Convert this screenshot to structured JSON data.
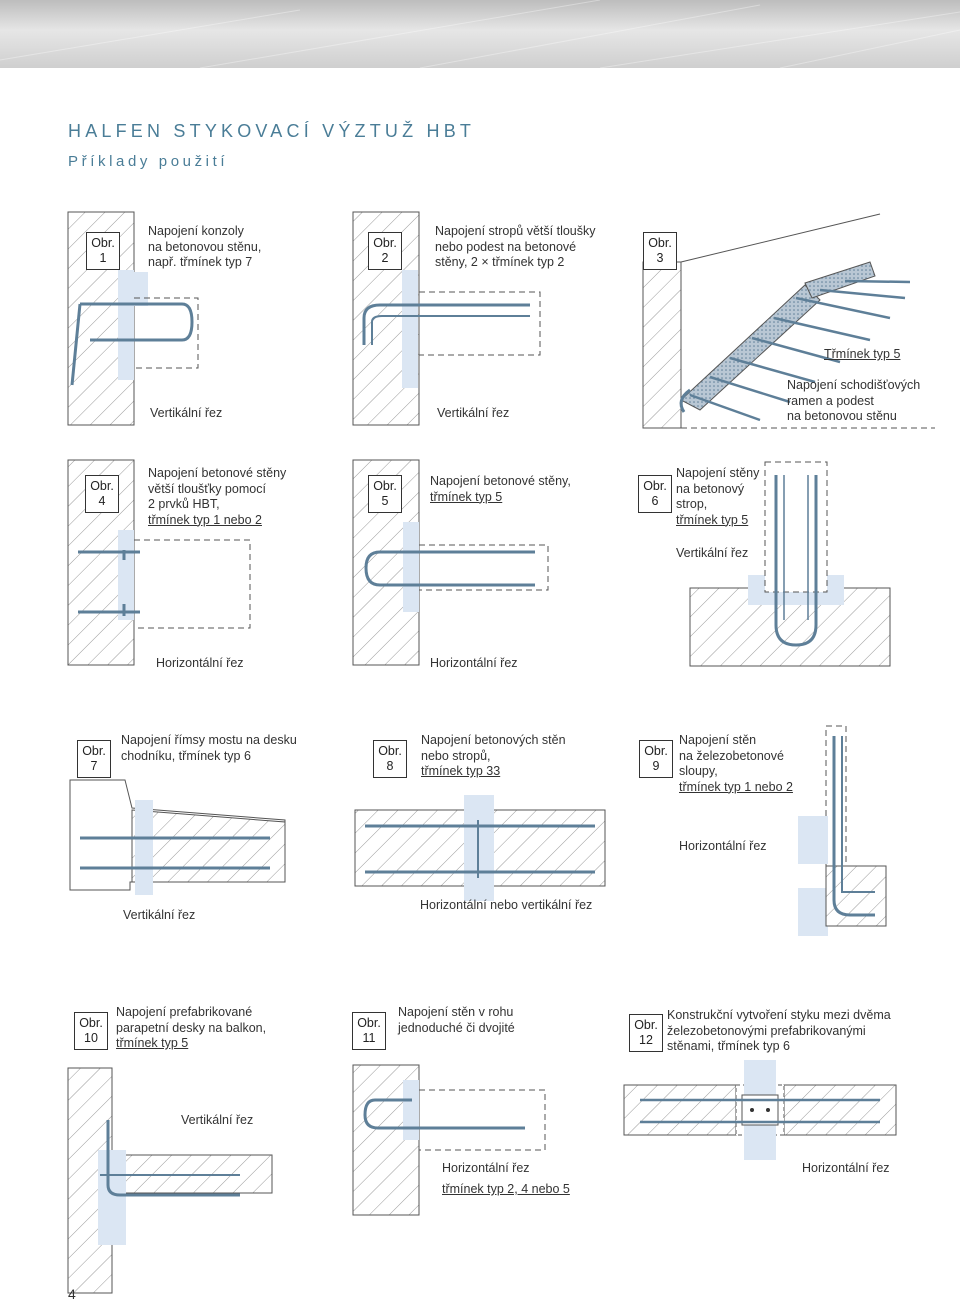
{
  "header": {
    "title": "HALFEN STYKOVACÍ VÝZTUŽ HBT",
    "subtitle": "Příklady použití"
  },
  "figures": [
    {
      "badge_line1": "Obr.",
      "badge_line2": "1",
      "caption": [
        "Napojení konzoly",
        "na betonovou stěnu,",
        "např. třmínek typ 7"
      ],
      "labels": [
        "Vertikální řez"
      ]
    },
    {
      "badge_line1": "Obr.",
      "badge_line2": "2",
      "caption": [
        "Napojení stropů větší tloušky",
        "nebo podest na betonové",
        "stěny, 2 × třmínek typ 2"
      ],
      "labels": [
        "Vertikální řez"
      ]
    },
    {
      "badge_line1": "Obr.",
      "badge_line2": "3",
      "caption": [],
      "labels": [
        "Třmínek typ 5",
        "Napojení schodišťových",
        "ramen a podest",
        "na betonovou stěnu"
      ]
    },
    {
      "badge_line1": "Obr.",
      "badge_line2": "4",
      "caption": [
        "Napojení betonové stěny",
        "větší tloušťky pomocí",
        "2 prvků HBT,",
        "třmínek typ 1 nebo 2"
      ],
      "labels": [
        "Horizontální řez"
      ]
    },
    {
      "badge_line1": "Obr.",
      "badge_line2": "5",
      "caption": [
        "Napojení betonové stěny,",
        "třmínek typ 5"
      ],
      "labels": [
        "Horizontální řez"
      ]
    },
    {
      "badge_line1": "Obr.",
      "badge_line2": "6",
      "caption": [
        "Napojení stěny",
        "na betonový",
        "strop,",
        "třmínek typ 5"
      ],
      "labels": [
        "Vertikální řez"
      ]
    },
    {
      "badge_line1": "Obr.",
      "badge_line2": "7",
      "caption": [
        "Napojení římsy mostu na desku",
        "chodníku, třmínek typ 6"
      ],
      "labels": [
        "Vertikální řez"
      ]
    },
    {
      "badge_line1": "Obr.",
      "badge_line2": "8",
      "caption": [
        "Napojení betonových stěn",
        "nebo stropů,",
        "třmínek typ 33"
      ],
      "labels": [
        "Horizontální nebo vertikální řez"
      ]
    },
    {
      "badge_line1": "Obr.",
      "badge_line2": "9",
      "caption": [
        "Napojení stěn",
        "na železobetonové",
        "sloupy,",
        "třmínek typ 1 nebo 2"
      ],
      "labels": [
        "Horizontální řez"
      ]
    },
    {
      "badge_line1": "Obr.",
      "badge_line2": "10",
      "caption": [
        "Napojení prefabrikované",
        "parapetní desky na balkon,",
        "třmínek typ 5"
      ],
      "labels": [
        "Vertikální řez"
      ]
    },
    {
      "badge_line1": "Obr.",
      "badge_line2": "11",
      "caption": [
        "Napojení stěn v rohu",
        "jednoduché či dvojité"
      ],
      "labels": [
        "Horizontální řez",
        "třmínek typ 2, 4 nebo 5"
      ]
    },
    {
      "badge_line1": "Obr.",
      "badge_line2": "12",
      "caption": [
        "Konstrukční vytvoření styku mezi dvěma",
        "železobetonovými prefabrikovanými",
        "stěnami, třmínek typ 6"
      ],
      "labels": [
        "Horizontální řez"
      ]
    }
  ],
  "page_number": "4",
  "colors": {
    "accent": "#4a7d97",
    "rebar": "#5e7f98",
    "highlight": "#dbe6f3",
    "hatch": "#888888"
  }
}
